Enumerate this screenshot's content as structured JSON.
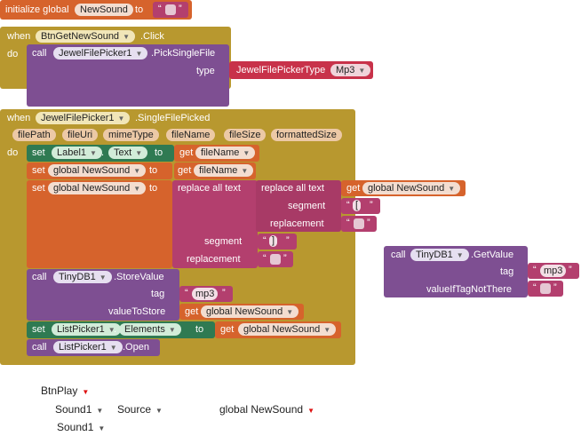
{
  "colors": {
    "variable": "#d6632c",
    "event": "#b8982f",
    "call": "#7e4f92",
    "text": "#b33f6e",
    "setter": "#2f7a52"
  },
  "init_block": {
    "label": "initialize global",
    "var": "NewSound",
    "to": "to"
  },
  "event1": {
    "when": "when",
    "component": "BtnGetNewSound",
    "event": ".Click",
    "do": "do",
    "call": "call",
    "call_component": "JewelFilePicker1",
    "method": ".PickSingleFile",
    "param_type": "type",
    "type_value_label": "JewelFilePickerType",
    "type_value": "Mp3"
  },
  "event2": {
    "when": "when",
    "component": "JewelFilePicker1",
    "event": ".SingleFilePicked",
    "params": [
      "filePath",
      "fileUri",
      "mimeType",
      "fileName",
      "fileSize",
      "formattedSize"
    ],
    "do": "do",
    "set1": {
      "set": "set",
      "component": "Label1",
      "prop": "Text",
      "to": "to",
      "get": "get",
      "value": "fileName"
    },
    "set2": {
      "set": "set",
      "var": "global NewSound",
      "to": "to",
      "get": "get",
      "value": "fileName"
    },
    "set3": {
      "set": "set",
      "var": "global NewSound",
      "to": "to",
      "outer_fn": "replace all text",
      "inner_fn": "replace all text",
      "get": "get",
      "inner_text_var": "global NewSound",
      "segment": "segment",
      "replacement": "replacement",
      "inner_segment": "[",
      "outer_segment": "]"
    },
    "store": {
      "call": "call",
      "component": "TinyDB1",
      "method": ".StoreValue",
      "tag": "tag",
      "tag_value": "mp3",
      "valueToStore": "valueToStore",
      "get": "get",
      "value": "global NewSound"
    },
    "set4": {
      "set": "set",
      "component": "ListPicker1",
      "prop": "Elements",
      "to": "to",
      "get": "get",
      "value": "global NewSound"
    },
    "open": {
      "call": "call",
      "component": "ListPicker1",
      "method": ".Open"
    }
  },
  "floating_getvalue": {
    "call": "call",
    "component": "TinyDB1",
    "method": ".GetValue",
    "tag": "tag",
    "tag_value": "mp3",
    "value_if": "valueIfTagNotThere"
  },
  "bottom": {
    "btnplay": "BtnPlay",
    "sound1a": "Sound1",
    "source": "Source",
    "global": "global NewSound",
    "sound1b": "Sound1"
  }
}
